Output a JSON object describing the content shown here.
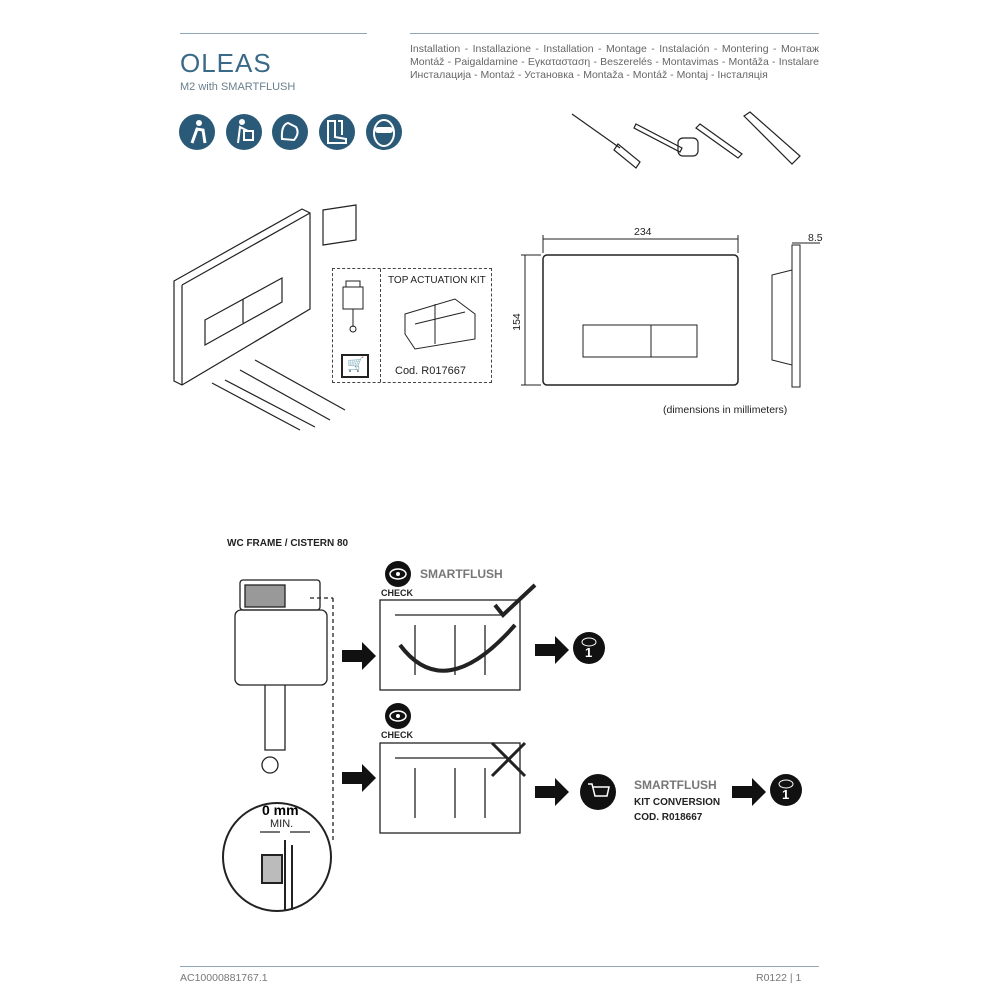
{
  "header": {
    "title": "OLEAS",
    "subtitle": "M2 with SMARTFLUSH",
    "languages": "Installation - Installazione - Installation - Montage - Instalación - Montering - Монтаж Montáž - Paigaldamine - Εγκατασταση - Beszerelés - Montavimas - Montāža - Instalare Инсталација - Montaż - Установка - Montaža - Montáž - Montaj - Інсталяція"
  },
  "safety_icons": [
    "worker-icon",
    "back-lifting-icon",
    "gloves-icon",
    "safety-boots-icon",
    "safety-goggles-icon"
  ],
  "tools": [
    "screwdriver-icon",
    "tape-measure-icon",
    "pencil-icon",
    "cutter-knife-icon"
  ],
  "kit": {
    "title": "TOP ACTUATION KIT",
    "code": "Cod. R017667"
  },
  "dimensions": {
    "width": "234",
    "height": "154",
    "depth": "8.5",
    "note": "(dimensions in millimeters)"
  },
  "step": {
    "frame_label": "WC FRAME / CISTERN 80",
    "smartflush": "SMARTFLUSH",
    "check": "CHECK",
    "check2": "CHECK",
    "min_gap": "0 mm",
    "min_label": "MIN.",
    "step_number": "1",
    "step_number2": "1",
    "conversion": {
      "title": "SMARTFLUSH",
      "line1": "KIT CONVERSION",
      "line2": "COD. R018667"
    }
  },
  "footer": {
    "doc_code": "AC10000881767.1",
    "revision": "R0122",
    "page": "1"
  },
  "colors": {
    "accent": "#2b5a78"
  }
}
